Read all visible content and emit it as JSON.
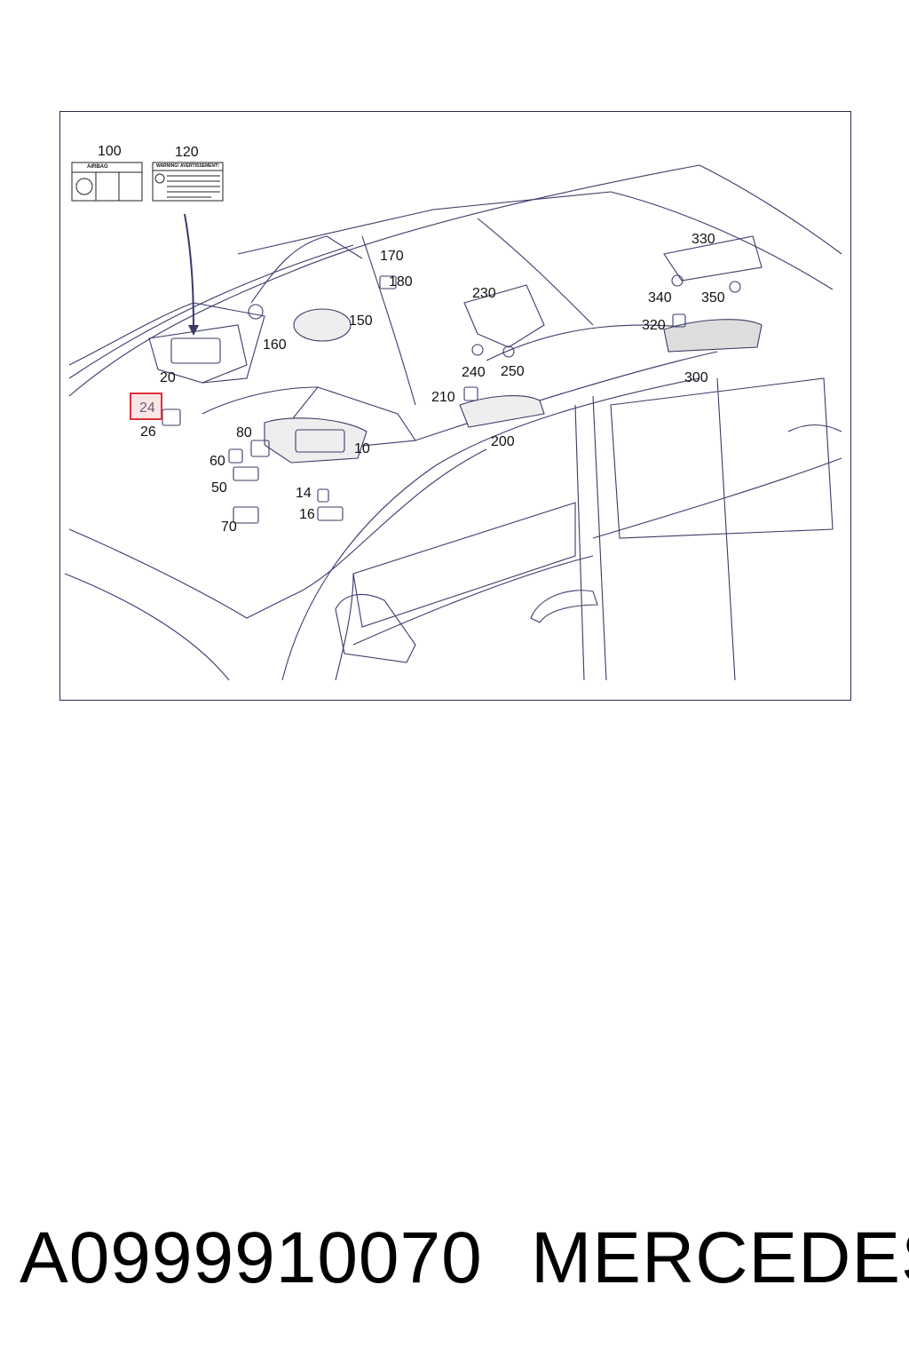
{
  "diagram": {
    "callouts": [
      {
        "id": "100",
        "text": "100"
      },
      {
        "id": "120",
        "text": "120"
      },
      {
        "id": "170",
        "text": "170"
      },
      {
        "id": "180",
        "text": "180"
      },
      {
        "id": "150",
        "text": "150"
      },
      {
        "id": "160",
        "text": "160"
      },
      {
        "id": "20",
        "text": "20"
      },
      {
        "id": "26",
        "text": "26"
      },
      {
        "id": "80",
        "text": "80"
      },
      {
        "id": "10",
        "text": "10"
      },
      {
        "id": "60",
        "text": "60"
      },
      {
        "id": "50",
        "text": "50"
      },
      {
        "id": "14",
        "text": "14"
      },
      {
        "id": "16",
        "text": "16"
      },
      {
        "id": "70",
        "text": "70"
      },
      {
        "id": "230",
        "text": "230"
      },
      {
        "id": "240",
        "text": "240"
      },
      {
        "id": "250",
        "text": "250"
      },
      {
        "id": "210",
        "text": "210"
      },
      {
        "id": "200",
        "text": "200"
      },
      {
        "id": "330",
        "text": "330"
      },
      {
        "id": "340",
        "text": "340"
      },
      {
        "id": "350",
        "text": "350"
      },
      {
        "id": "320",
        "text": "320"
      },
      {
        "id": "300",
        "text": "300"
      }
    ],
    "highlighted_callout": "24",
    "label_airbag": "AIRBAG",
    "label_warning": "WARNING! AVERTISSEMENT!"
  },
  "footer": {
    "part_number": "A0999910070",
    "brand": "MERCEDES"
  },
  "colors": {
    "frame": "#2a2a55",
    "line_art": "#3a3a6a",
    "highlight_border": "#e0303a",
    "highlight_fill": "#fbe6e6"
  }
}
